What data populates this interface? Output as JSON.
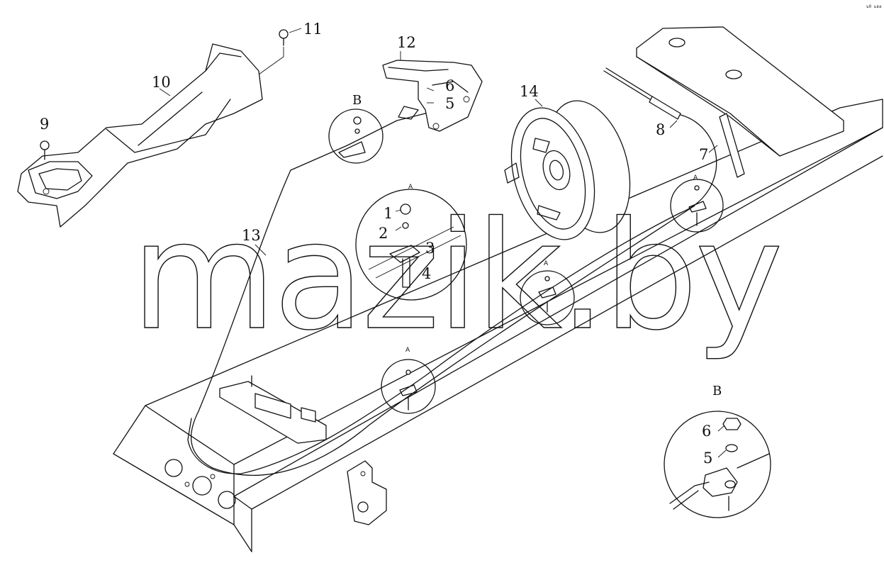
{
  "watermark": "mazik.by",
  "corner_code": "ъ0 ьва",
  "callouts": {
    "c1": "1",
    "c2": "2",
    "c3": "3",
    "c4": "4",
    "c5": "5",
    "c6": "6",
    "c7": "7",
    "c8": "8",
    "c9": "9",
    "c10": "10",
    "c11": "11",
    "c12": "12",
    "c13": "13",
    "c14": "14"
  },
  "detail_labels": {
    "view_a": "A",
    "view_b": "B"
  },
  "detail_b_callouts": {
    "c6": "6",
    "c5": "5"
  }
}
